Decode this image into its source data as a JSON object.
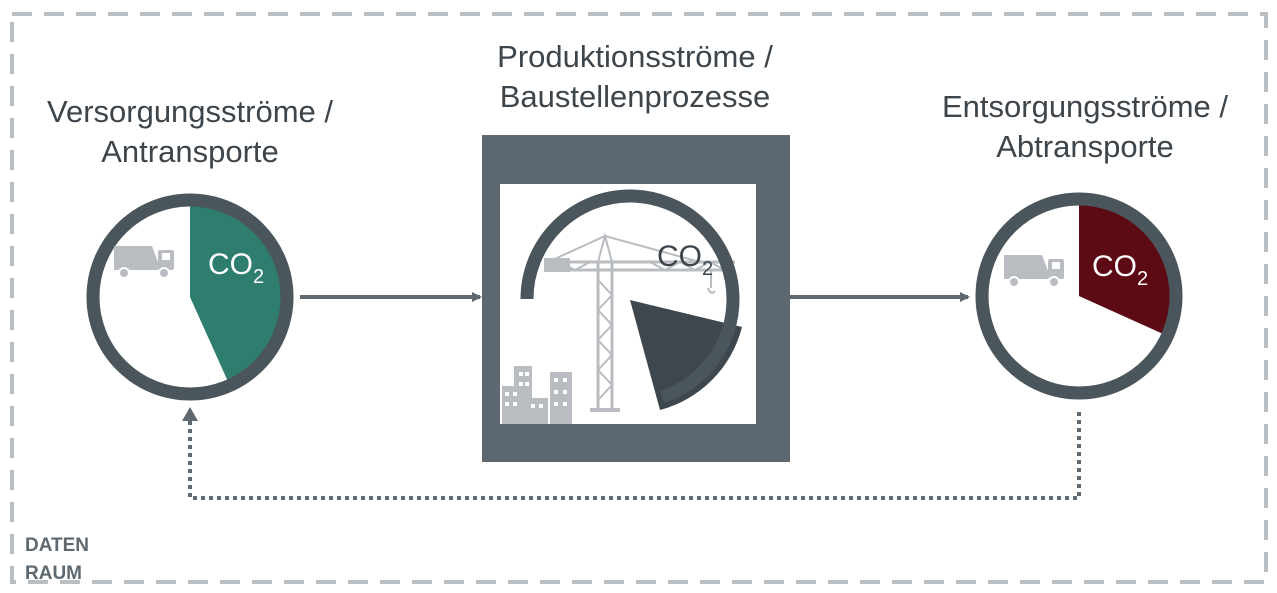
{
  "boundary": {
    "label_line1": "DATEN",
    "label_line2": "RAUM"
  },
  "supply": {
    "title_line1": "Versorgungsströme /",
    "title_line2": "Antransporte",
    "co2_main": "CO",
    "co2_sub": "2",
    "icon": "truck-icon",
    "accent": "#2e7d6e"
  },
  "production": {
    "title_line1": "Produktionsströme /",
    "title_line2": "Baustellenprozesse",
    "co2_main": "CO",
    "co2_sub": "2",
    "icons": [
      "crane-icon",
      "buildings-icon"
    ],
    "accent": "#3d474d"
  },
  "disposal": {
    "title_line1": "Entsorgungsströme /",
    "title_line2": "Abtransporte",
    "co2_main": "CO",
    "co2_sub": "2",
    "icon": "truck-icon",
    "accent": "#5c0a14"
  },
  "colors": {
    "ring": "#4b555c",
    "frame": "#5d6870",
    "boundary": "#b9bec2",
    "icon_grey": "#b9bdc1"
  }
}
